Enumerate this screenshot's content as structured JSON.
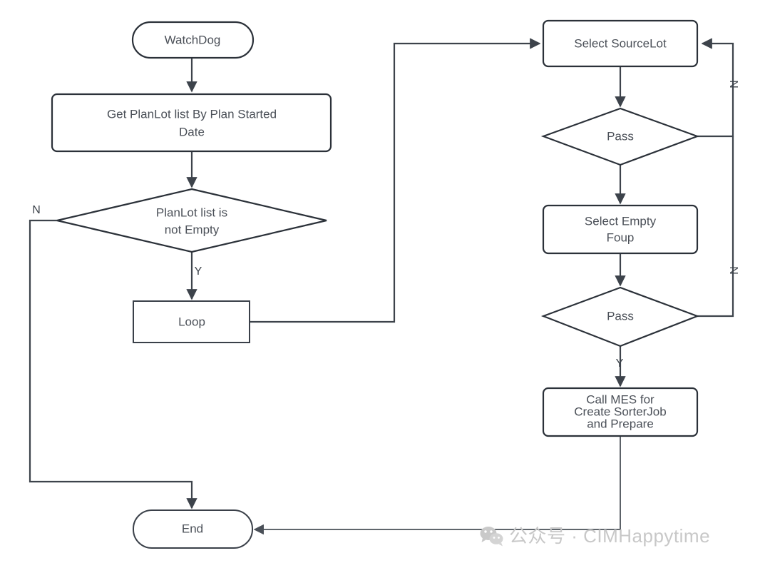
{
  "diagram": {
    "title": "WatchDog Sorter Job Flowchart",
    "type": "flowchart",
    "background_color": "#ffffff",
    "stroke_color": "#3d434b",
    "text_color": "#4a4f57",
    "nodes": [
      {
        "id": "watchdog",
        "label": "WatchDog",
        "shape": "stadium"
      },
      {
        "id": "getplanlot",
        "label": "Get PlanLot list By Plan Started Date",
        "shape": "rounded-rect"
      },
      {
        "id": "planlot_dec",
        "label": "PlanLot list is not Empty",
        "shape": "diamond"
      },
      {
        "id": "loop",
        "label": "Loop",
        "shape": "rect"
      },
      {
        "id": "end",
        "label": "End",
        "shape": "stadium"
      },
      {
        "id": "selectlot",
        "label": "Select SourceLot",
        "shape": "rounded-rect"
      },
      {
        "id": "pass1",
        "label": "Pass",
        "shape": "diamond"
      },
      {
        "id": "emptyfoup",
        "label": "Select Empty Foup",
        "shape": "rounded-rect"
      },
      {
        "id": "pass2",
        "label": "Pass",
        "shape": "diamond"
      },
      {
        "id": "callmes",
        "label": "Call MES for Create SorterJob and Prepare",
        "shape": "rounded-rect"
      }
    ],
    "node_lines": {
      "watchdog": [
        "WatchDog"
      ],
      "getplanlot": [
        "Get PlanLot list By Plan Started",
        "Date"
      ],
      "planlot_dec": [
        "PlanLot list is",
        "not Empty"
      ],
      "loop": [
        "Loop"
      ],
      "end": [
        "End"
      ],
      "selectlot": [
        "Select SourceLot"
      ],
      "pass1": [
        "Pass"
      ],
      "emptyfoup": [
        "Select Empty",
        "Foup"
      ],
      "pass2": [
        "Pass"
      ],
      "callmes": [
        "Call MES for",
        "Create SorterJob",
        "and Prepare"
      ]
    },
    "edges": [
      {
        "id": "e1",
        "from": "watchdog",
        "to": "getplanlot",
        "label": ""
      },
      {
        "id": "e2",
        "from": "getplanlot",
        "to": "planlot_dec",
        "label": ""
      },
      {
        "id": "e3",
        "from": "planlot_dec",
        "to": "end",
        "label": "N"
      },
      {
        "id": "e4",
        "from": "planlot_dec",
        "to": "loop",
        "label": "Y"
      },
      {
        "id": "e5",
        "from": "loop",
        "to": "selectlot",
        "label": ""
      },
      {
        "id": "e6",
        "from": "selectlot",
        "to": "pass1",
        "label": ""
      },
      {
        "id": "e7",
        "from": "pass1",
        "to": "selectlot",
        "label": "N"
      },
      {
        "id": "e8",
        "from": "pass1",
        "to": "emptyfoup",
        "label": ""
      },
      {
        "id": "e9",
        "from": "emptyfoup",
        "to": "pass2",
        "label": ""
      },
      {
        "id": "e10",
        "from": "pass2",
        "to": "selectlot",
        "label": "N"
      },
      {
        "id": "e11",
        "from": "pass2",
        "to": "callmes",
        "label": "Y"
      },
      {
        "id": "e12",
        "from": "callmes",
        "to": "end",
        "label": ""
      }
    ],
    "edge_labels": {
      "n_left": "N",
      "y_left": "Y",
      "n_pass1": "N",
      "n_pass2": "N",
      "y_pass2": "Y"
    }
  },
  "watermark": {
    "icon": "wechat-icon",
    "text": "公众号 · CIMHappytime",
    "color": "#c8c8c8"
  }
}
